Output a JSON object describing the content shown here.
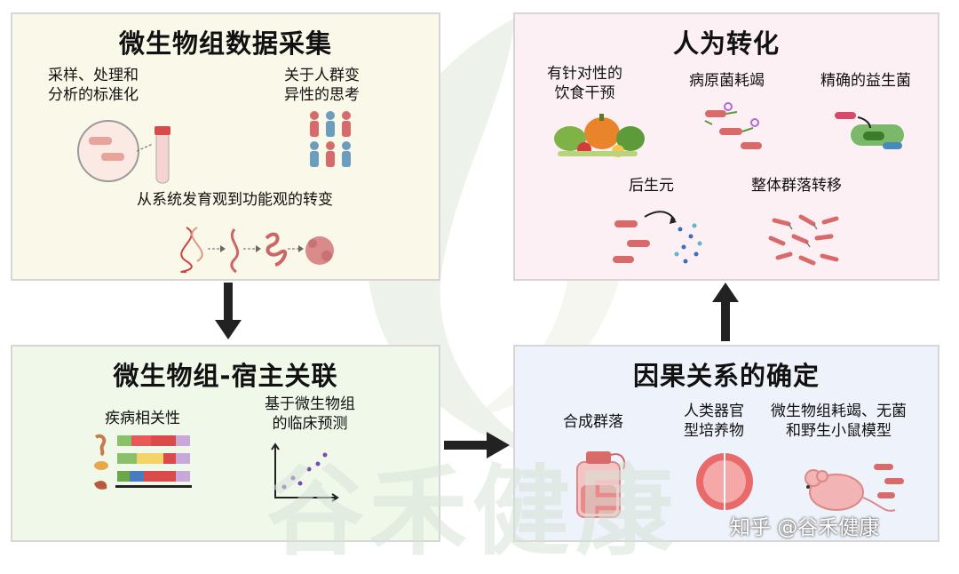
{
  "panels": {
    "collection": {
      "title": "微生物组数据采集",
      "item1": [
        "采样、处理和",
        "分析的标准化"
      ],
      "item2": [
        "关于人群变",
        "异性的思考"
      ],
      "item3": "从系统发育观到功能观的转变"
    },
    "transformation": {
      "title": "人为转化",
      "item1": [
        "有针对性的",
        "饮食干预"
      ],
      "item2": "病原菌耗竭",
      "item3": "精确的益生菌",
      "item4": "后生元",
      "item5": "整体群落转移"
    },
    "association": {
      "title": "微生物组-宿主关联",
      "item1": "疾病相关性",
      "item2": [
        "基于微生物组",
        "的临床预测"
      ]
    },
    "causality": {
      "title": "因果关系的确定",
      "item1": "合成群落",
      "item2": [
        "人类器官",
        "型培养物"
      ],
      "item3": [
        "微生物组耗竭、无菌",
        "和野生小鼠模型"
      ]
    }
  },
  "watermark": {
    "large": "谷禾健康",
    "platform": "知乎 @谷禾健康"
  },
  "colors": {
    "collection_bg": "#faf8e8",
    "transformation_bg": "#fcf0f5",
    "association_bg": "#f0f8ea",
    "causality_bg": "#eef2fa",
    "arrow": "#222222"
  }
}
